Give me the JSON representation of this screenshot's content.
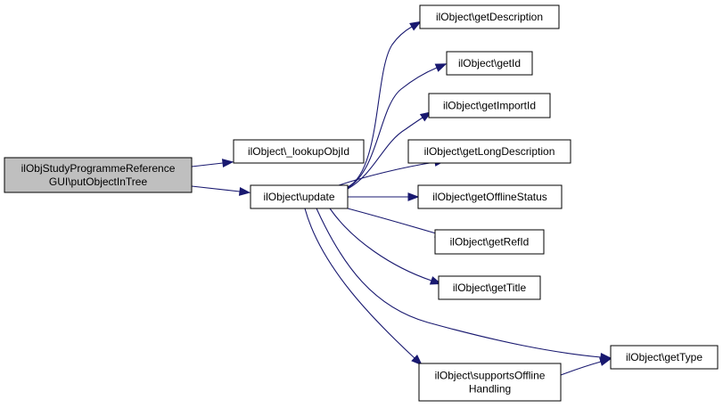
{
  "colors": {
    "edge": "#191970",
    "node_fill": "#ffffff",
    "root_fill": "#bfbfbf",
    "node_border": "#000000"
  },
  "nodes": [
    {
      "id": "root",
      "lines": [
        "ilObjStudyProgrammeReference",
        "GUI\\putObjectInTree"
      ],
      "highlight": true
    },
    {
      "id": "lookup",
      "lines": [
        "ilObject\\_lookupObjId"
      ]
    },
    {
      "id": "update",
      "lines": [
        "ilObject\\update"
      ]
    },
    {
      "id": "getDescription",
      "lines": [
        "ilObject\\getDescription"
      ]
    },
    {
      "id": "getId",
      "lines": [
        "ilObject\\getId"
      ]
    },
    {
      "id": "getImportId",
      "lines": [
        "ilObject\\getImportId"
      ]
    },
    {
      "id": "getLongDescription",
      "lines": [
        "ilObject\\getLongDescription"
      ]
    },
    {
      "id": "getOfflineStatus",
      "lines": [
        "ilObject\\getOfflineStatus"
      ]
    },
    {
      "id": "getRefId",
      "lines": [
        "ilObject\\getRefId"
      ]
    },
    {
      "id": "getTitle",
      "lines": [
        "ilObject\\getTitle"
      ]
    },
    {
      "id": "getType",
      "lines": [
        "ilObject\\getType"
      ]
    },
    {
      "id": "supportsOffline",
      "lines": [
        "ilObject\\supportsOffline",
        "Handling"
      ]
    }
  ],
  "edges": [
    {
      "from": "root",
      "to": "lookup"
    },
    {
      "from": "root",
      "to": "update"
    },
    {
      "from": "update",
      "to": "getDescription"
    },
    {
      "from": "update",
      "to": "getId"
    },
    {
      "from": "update",
      "to": "getImportId"
    },
    {
      "from": "update",
      "to": "getLongDescription"
    },
    {
      "from": "update",
      "to": "getOfflineStatus"
    },
    {
      "from": "update",
      "to": "getRefId"
    },
    {
      "from": "update",
      "to": "getTitle"
    },
    {
      "from": "update",
      "to": "getType"
    },
    {
      "from": "update",
      "to": "supportsOffline"
    },
    {
      "from": "supportsOffline",
      "to": "getType"
    }
  ]
}
